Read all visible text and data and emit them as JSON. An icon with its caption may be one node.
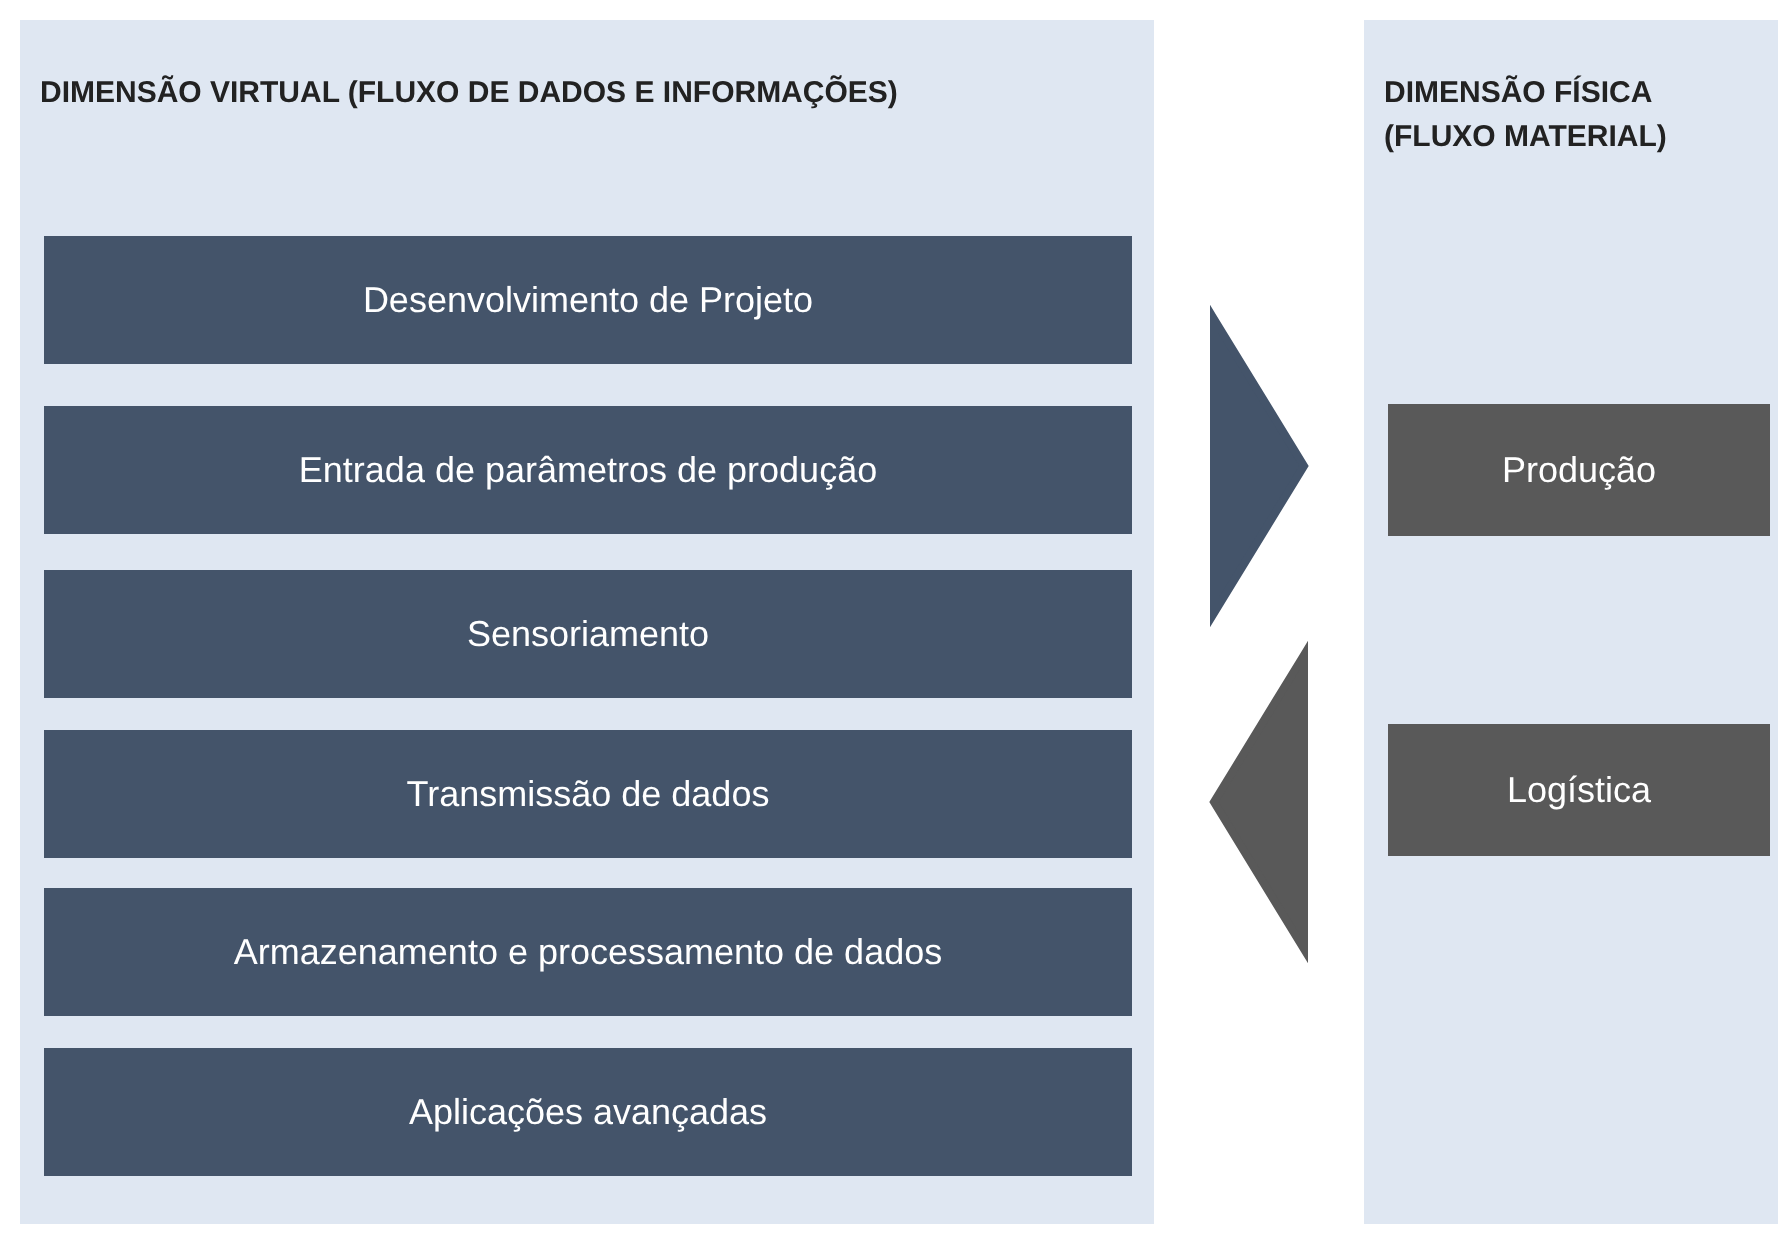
{
  "diagram": {
    "nodes": [
      {
        "text": [
          "DIMENSÃO VIRTUAL (FLUXO DE DADOS E INFORMAÇÕES)"
        ]
      },
      {
        "text": [
          "Desenvolvimento de Projeto"
        ],
        "in": 0
      },
      {
        "text": [
          "Entrada de parâmetros de produção"
        ],
        "in": 0
      },
      {
        "text": [
          "Sensoriamento"
        ],
        "in": 0
      },
      {
        "text": [
          "Transmissão de dados"
        ],
        "in": 0
      },
      {
        "text": [
          "Armazenamento e processamento de dados"
        ],
        "in": 0
      },
      {
        "text": [
          "Aplicações avançadas"
        ],
        "in": 0
      },
      {
        "text": [
          "DIMENSÃO FÍSICA (FLUXO MATERIAL)"
        ]
      },
      {
        "text": [
          "Produção"
        ],
        "in": 7
      },
      {
        "text": [
          "Logística"
        ],
        "in": 7
      }
    ],
    "edges": [
      {
        "from": 0,
        "to": 7,
        "arrow": "to",
        "style": "thick",
        "color": "#44546a"
      },
      {
        "from": 7,
        "to": 0,
        "arrow": "to",
        "style": "thick",
        "color": "#595959"
      }
    ]
  }
}
